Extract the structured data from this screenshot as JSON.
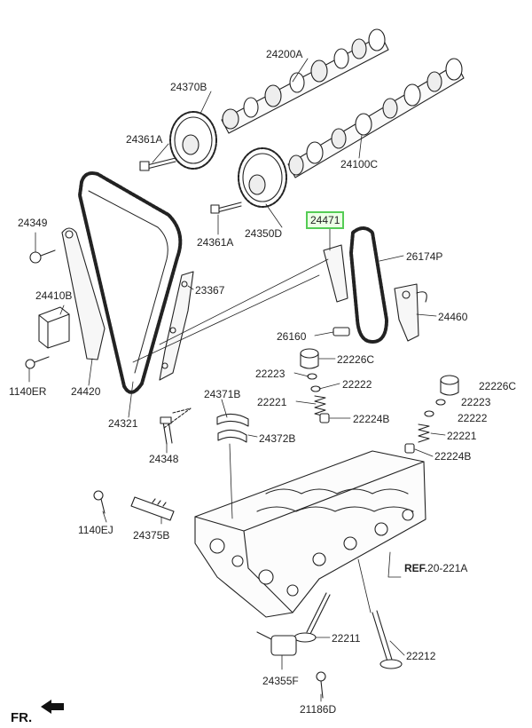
{
  "parts": [
    {
      "id": "p24200A",
      "label": "24200A"
    },
    {
      "id": "p24370B",
      "label": "24370B"
    },
    {
      "id": "p24361A_1",
      "label": "24361A"
    },
    {
      "id": "p24100C",
      "label": "24100C"
    },
    {
      "id": "p24361A_2",
      "label": "24361A"
    },
    {
      "id": "p24350D",
      "label": "24350D"
    },
    {
      "id": "p24471",
      "label": "24471"
    },
    {
      "id": "p24349",
      "label": "24349"
    },
    {
      "id": "p26174P",
      "label": "26174P"
    },
    {
      "id": "p24410B",
      "label": "24410B"
    },
    {
      "id": "p23367",
      "label": "23367"
    },
    {
      "id": "p24460",
      "label": "24460"
    },
    {
      "id": "p26160",
      "label": "26160"
    },
    {
      "id": "p22226C_1",
      "label": "22226C"
    },
    {
      "id": "p1140ER",
      "label": "1140ER"
    },
    {
      "id": "p24420",
      "label": "24420"
    },
    {
      "id": "p22223_1",
      "label": "22223"
    },
    {
      "id": "p22222_1",
      "label": "22222"
    },
    {
      "id": "p22226C_2",
      "label": "22226C"
    },
    {
      "id": "p24371B",
      "label": "24371B"
    },
    {
      "id": "p22221_1",
      "label": "22221"
    },
    {
      "id": "p22223_2",
      "label": "22223"
    },
    {
      "id": "p24321",
      "label": "24321"
    },
    {
      "id": "p22222_2",
      "label": "22222"
    },
    {
      "id": "p22224B_1",
      "label": "22224B"
    },
    {
      "id": "p24372B",
      "label": "24372B"
    },
    {
      "id": "p22221_2",
      "label": "22221"
    },
    {
      "id": "p24348",
      "label": "24348"
    },
    {
      "id": "p22224B_2",
      "label": "22224B"
    },
    {
      "id": "p1140EJ",
      "label": "1140EJ"
    },
    {
      "id": "p24375B",
      "label": "24375B"
    },
    {
      "id": "p22211",
      "label": "22211"
    },
    {
      "id": "p22212",
      "label": "22212"
    },
    {
      "id": "p24355F",
      "label": "24355F"
    },
    {
      "id": "p21186D",
      "label": "21186D"
    }
  ],
  "ref": {
    "prefix": "REF.",
    "value": "20-221A"
  },
  "direction": "FR.",
  "highlight_color": "#55cc55"
}
